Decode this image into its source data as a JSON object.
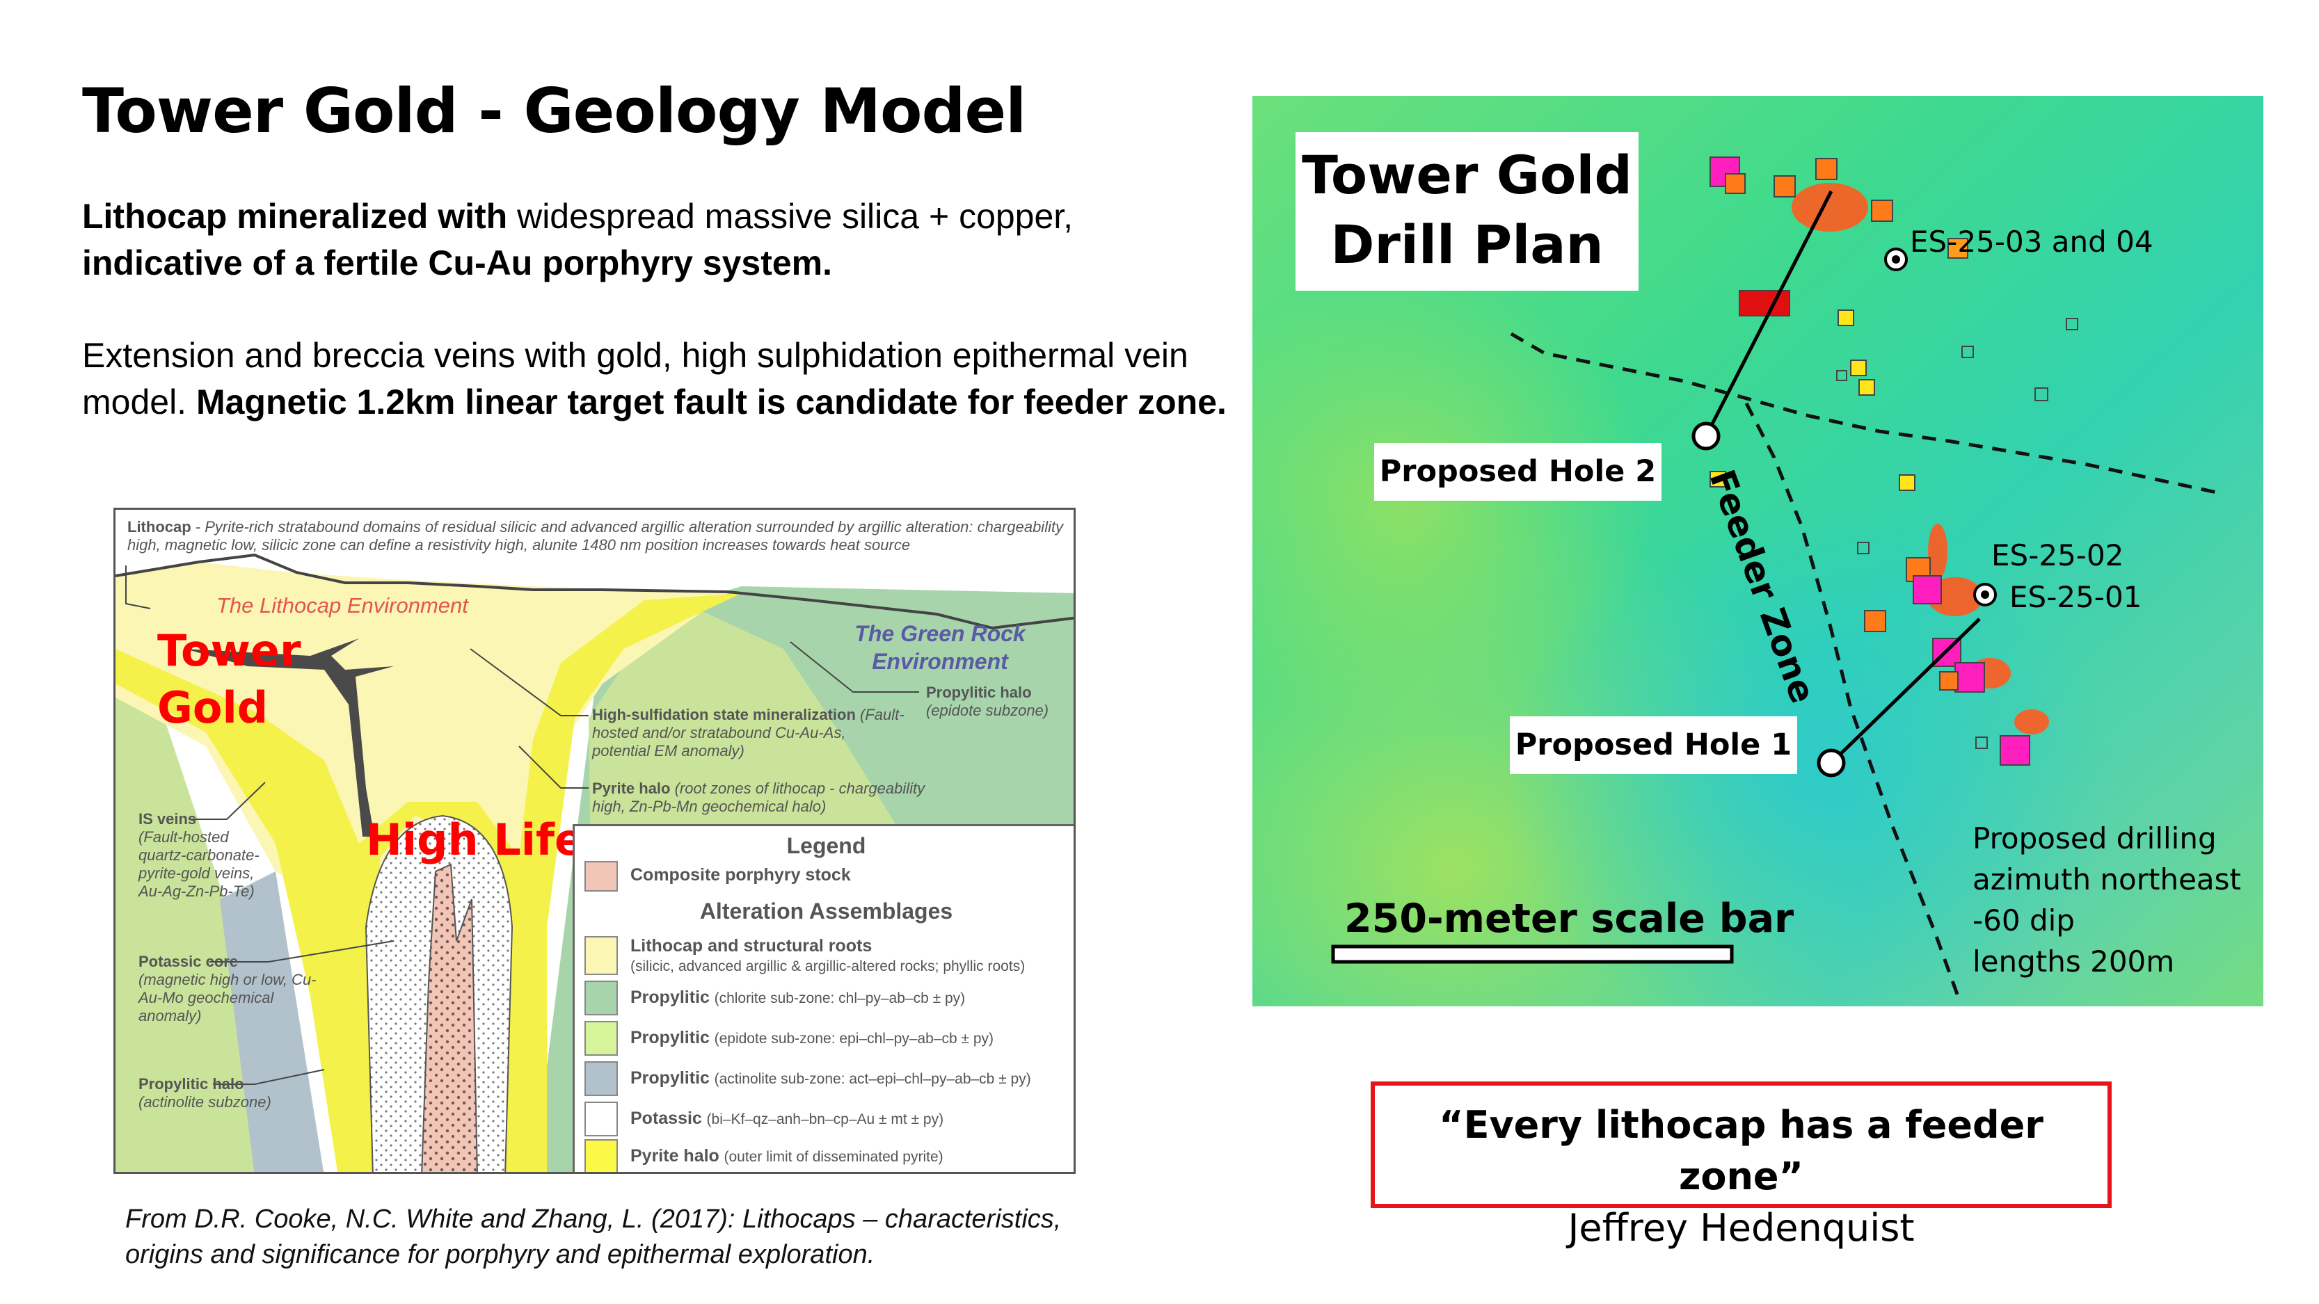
{
  "title": "Tower Gold - Geology Model",
  "paragraph1": {
    "bold1": "Lithocap mineralized with",
    "normal1": " widespread massive silica + copper,",
    "bold2": "indicative of a fertile Cu-Au porphyry system."
  },
  "paragraph2": {
    "normal1": "Extension and breccia veins with gold, high sulphidation epithermal vein model. ",
    "bold1": "Magnetic 1.2km linear target fault is candidate for feeder zone."
  },
  "diagram": {
    "header_bold": "Lithocap",
    "header_text": " - Pyrite-rich stratabound domains of residual silicic and advanced argillic alteration surrounded by argillic alteration: chargeability high, magnetic low, silicic zone can define a resistivity high, alunite 1480 nm position increases towards heat source",
    "lithocap_env": "The Lithocap Environment",
    "green_rock_env_1": "The Green Rock",
    "green_rock_env_2": "Environment",
    "overlay_tower": "Tower",
    "overlay_gold": "Gold",
    "overlay_high_life": "High Life",
    "propylitic_epidote": {
      "title": "Propylitic halo",
      "desc": "(epidote subzone)"
    },
    "high_sulfidation": {
      "title": "High-sulfidation state mineralization",
      "desc": "(Fault-hosted and/or stratabound Cu-Au-As, potential EM anomaly)"
    },
    "pyrite_halo": {
      "title": "Pyrite halo",
      "desc": "(root zones of lithocap - chargeability high, Zn-Pb-Mn geochemical halo)"
    },
    "is_veins": {
      "title": "IS veins",
      "desc": "(Fault-hosted quartz-carbonate-pyrite-gold veins, Au-Ag-Zn-Pb-Te)"
    },
    "potassic_core": {
      "title": "Potassic core",
      "desc": "(magnetic high or low, Cu-Au-Mo geochemical anomaly)"
    },
    "propylitic_actinolite": {
      "title": "Propylitic halo",
      "desc": "(actinolite subzone)"
    },
    "legend": {
      "title": "Legend",
      "stock": "Composite porphyry stock",
      "subtitle": "Alteration Assemblages",
      "items": [
        {
          "label": "Lithocap and structural roots",
          "desc": "(silicic, advanced argillic & argillic-altered rocks; phyllic roots)",
          "color": "#fbf6b4"
        },
        {
          "label": "Propylitic",
          "desc": "(chlorite sub-zone: chl–py–ab–cb ± py)",
          "color": "#a8d4ac"
        },
        {
          "label": "Propylitic",
          "desc": "(epidote sub-zone: epi–chl–py–ab–cb ± py)",
          "color": "#d6f59a"
        },
        {
          "label": "Propylitic",
          "desc": "(actinolite sub-zone: act–epi–chl–py–ab–cb ± py)",
          "color": "#b2c2cc"
        },
        {
          "label": "Potassic",
          "desc": "(bi–Kf–qz–anh–bn–cp–Au ± mt ± py)",
          "color": "#ffffff"
        },
        {
          "label": "Pyrite halo",
          "desc": "(outer limit of disseminated pyrite)",
          "color": "#fbf846"
        }
      ]
    }
  },
  "citation": {
    "line1": "From D.R. Cooke, N.C. White and Zhang, L. (2017): Lithocaps – characteristics,",
    "line2": "origins and significance for porphyry and epithermal exploration."
  },
  "map": {
    "title1": "Tower Gold",
    "title2": "Drill Plan",
    "es_03_04": "ES-25-03 and 04",
    "es_02": "ES-25-02",
    "es_01": "ES-25-01",
    "hole2": "Proposed Hole 2",
    "hole1": "Proposed Hole 1",
    "feeder_zone": "Feeder Zone",
    "scale_bar": "250-meter scale bar",
    "drilling_note": [
      "Proposed drilling",
      "azimuth northeast",
      "-60 dip",
      "lengths 200m"
    ]
  },
  "quote": {
    "text": "“Every lithocap has a feeder zone”",
    "author": "Jeffrey Hedenquist"
  },
  "colors": {
    "accent_red": "#e8141b",
    "overlay_red": "#ff0000"
  }
}
